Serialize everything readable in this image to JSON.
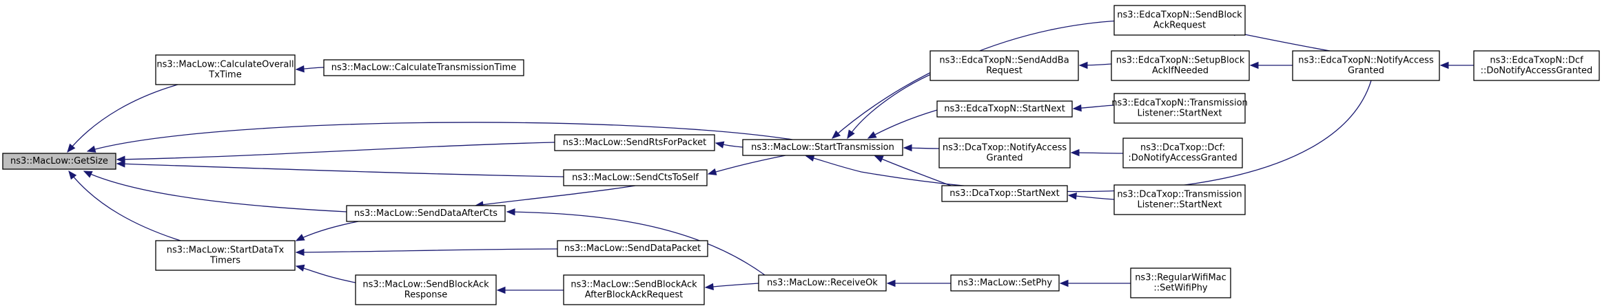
{
  "graph": {
    "nodes": [
      {
        "id": "n0",
        "lines": [
          "ns3::MacLow::GetSize"
        ],
        "highlighted": true
      },
      {
        "id": "n1",
        "lines": [
          "ns3::MacLow::CalculateOverall",
          "TxTime"
        ]
      },
      {
        "id": "n2",
        "lines": [
          "ns3::MacLow::CalculateTransmissionTime"
        ]
      },
      {
        "id": "n3",
        "lines": [
          "ns3::MacLow::SendRtsForPacket"
        ]
      },
      {
        "id": "n4",
        "lines": [
          "ns3::MacLow::SendCtsToSelf"
        ]
      },
      {
        "id": "n5",
        "lines": [
          "ns3::MacLow::SendDataAfterCts"
        ]
      },
      {
        "id": "n6",
        "lines": [
          "ns3::MacLow::StartDataTx",
          "Timers"
        ]
      },
      {
        "id": "n7",
        "lines": [
          "ns3::MacLow::SendDataPacket"
        ]
      },
      {
        "id": "n8",
        "lines": [
          "ns3::MacLow::SendBlockAck",
          "Response"
        ]
      },
      {
        "id": "n9",
        "lines": [
          "ns3::MacLow::SendBlockAck",
          "AfterBlockAckRequest"
        ]
      },
      {
        "id": "n10",
        "lines": [
          "ns3::MacLow::StartTransmission"
        ]
      },
      {
        "id": "n11",
        "lines": [
          "ns3::MacLow::ReceiveOk"
        ]
      },
      {
        "id": "n12",
        "lines": [
          "ns3::EdcaTxopN::SendBlock",
          "AckRequest"
        ]
      },
      {
        "id": "n13",
        "lines": [
          "ns3::EdcaTxopN::SendAddBa",
          "Request"
        ]
      },
      {
        "id": "n14",
        "lines": [
          "ns3::EdcaTxopN::StartNext"
        ]
      },
      {
        "id": "n15",
        "lines": [
          "ns3::DcaTxop::NotifyAccess",
          "Granted"
        ]
      },
      {
        "id": "n16",
        "lines": [
          "ns3::DcaTxop::StartNext"
        ]
      },
      {
        "id": "n17",
        "lines": [
          "ns3::MacLow::SetPhy"
        ]
      },
      {
        "id": "n18",
        "lines": [
          "ns3::EdcaTxopN::SetupBlock",
          "AckIfNeeded"
        ]
      },
      {
        "id": "n19",
        "lines": [
          "ns3::EdcaTxopN::Transmission",
          "Listener::StartNext"
        ]
      },
      {
        "id": "n20",
        "lines": [
          "ns3::DcaTxop::Dcf:",
          ":DoNotifyAccessGranted"
        ]
      },
      {
        "id": "n21",
        "lines": [
          "ns3::DcaTxop::Transmission",
          "Listener::StartNext"
        ]
      },
      {
        "id": "n22",
        "lines": [
          "ns3::RegularWifiMac",
          "::SetWifiPhy"
        ]
      },
      {
        "id": "n23",
        "lines": [
          "ns3::EdcaTxopN::NotifyAccess",
          "Granted"
        ]
      },
      {
        "id": "n24",
        "lines": [
          "ns3::EdcaTxopN::Dcf",
          "::DoNotifyAccessGranted"
        ]
      }
    ],
    "edges": [
      {
        "caller": "n1",
        "callee": "n0"
      },
      {
        "caller": "n10",
        "callee": "n0"
      },
      {
        "caller": "n3",
        "callee": "n0"
      },
      {
        "caller": "n4",
        "callee": "n0"
      },
      {
        "caller": "n5",
        "callee": "n0"
      },
      {
        "caller": "n6",
        "callee": "n0"
      },
      {
        "caller": "n2",
        "callee": "n1"
      },
      {
        "caller": "n10",
        "callee": "n3"
      },
      {
        "caller": "n10",
        "callee": "n4"
      },
      {
        "caller": "n4",
        "callee": "n5"
      },
      {
        "caller": "n11",
        "callee": "n5"
      },
      {
        "caller": "n5",
        "callee": "n6"
      },
      {
        "caller": "n7",
        "callee": "n6"
      },
      {
        "caller": "n8",
        "callee": "n6"
      },
      {
        "caller": "n10",
        "callee": "n7"
      },
      {
        "caller": "n9",
        "callee": "n8"
      },
      {
        "caller": "n11",
        "callee": "n9"
      },
      {
        "caller": "n12",
        "callee": "n10"
      },
      {
        "caller": "n13",
        "callee": "n10"
      },
      {
        "caller": "n14",
        "callee": "n10"
      },
      {
        "caller": "n15",
        "callee": "n10"
      },
      {
        "caller": "n16",
        "callee": "n10"
      },
      {
        "caller": "n23",
        "callee": "n10"
      },
      {
        "caller": "n17",
        "callee": "n11"
      },
      {
        "caller": "n23",
        "callee": "n12"
      },
      {
        "caller": "n18",
        "callee": "n13"
      },
      {
        "caller": "n19",
        "callee": "n14"
      },
      {
        "caller": "n20",
        "callee": "n15"
      },
      {
        "caller": "n21",
        "callee": "n16"
      },
      {
        "caller": "n22",
        "callee": "n17"
      },
      {
        "caller": "n23",
        "callee": "n18"
      },
      {
        "caller": "n24",
        "callee": "n23"
      }
    ]
  }
}
